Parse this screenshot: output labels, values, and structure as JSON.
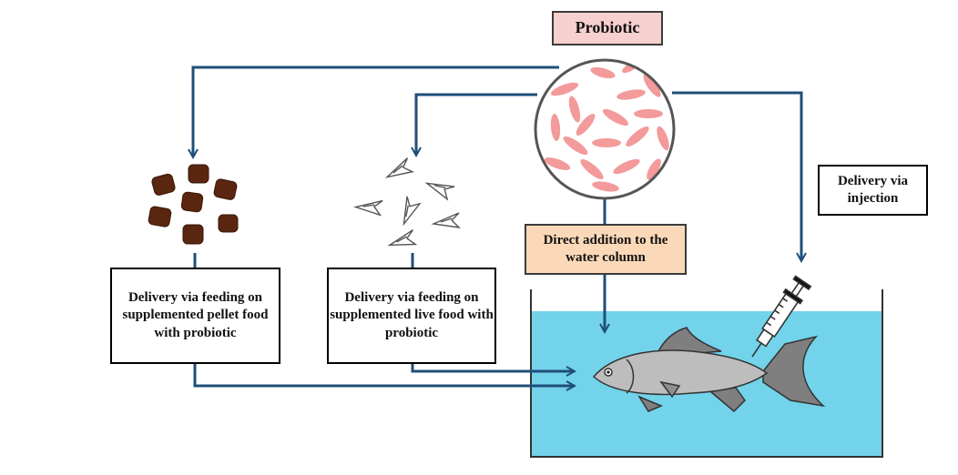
{
  "labels": {
    "probiotic": "Probiotic",
    "pellet": "Delivery via feeding on supplemented pellet food with probiotic",
    "livefood": "Delivery via feeding on supplemented live food with probiotic",
    "injection": "Delivery via injection",
    "water": "Direct addition to the water column"
  },
  "colors": {
    "arrow": "#1f4e79",
    "water": "#72d3ea",
    "probiotic_box": "#f6cfcf",
    "water_box": "#fbd9b8",
    "bacteria": "#f39a9a",
    "pellet": "#5a2610",
    "fish_body": "#bdbdbd",
    "fish_fin": "#7f7f7f"
  },
  "icons": [
    "bacteria-culture-icon",
    "pellet-food-icon",
    "live-food-icon",
    "syringe-icon",
    "fish-icon",
    "water-tank-icon"
  ]
}
